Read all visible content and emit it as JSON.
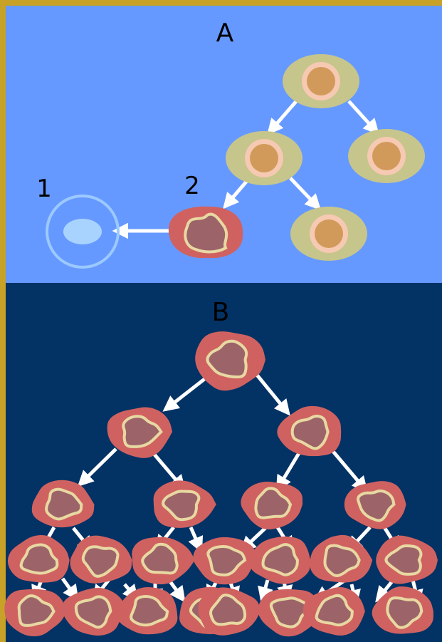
{
  "panel_a": {
    "label": "A",
    "background": "#6699ff",
    "markers": {
      "one": "1",
      "two": "2"
    },
    "normal_cell": {
      "outer": "#c6c58c",
      "ring": "#f6c9b2",
      "nucleus": "#d29a5a"
    },
    "transformed_cell": {
      "outer": "#cf6260",
      "nucleus": "#9c6468",
      "ring": "#e8d8a2"
    },
    "dead_cell": {
      "outer": "#9cc9ff",
      "nucleus": "#a9d3ff"
    }
  },
  "panel_b": {
    "label": "B",
    "background": "#033265",
    "cell_color": "#cf6260",
    "nucleus_color": "#9c6468",
    "nucleus_ring": "#e8d8a2",
    "levels": [
      1,
      2,
      4,
      8,
      8
    ]
  },
  "arrow_color": "#ffffff",
  "border_color": "#c8a227"
}
